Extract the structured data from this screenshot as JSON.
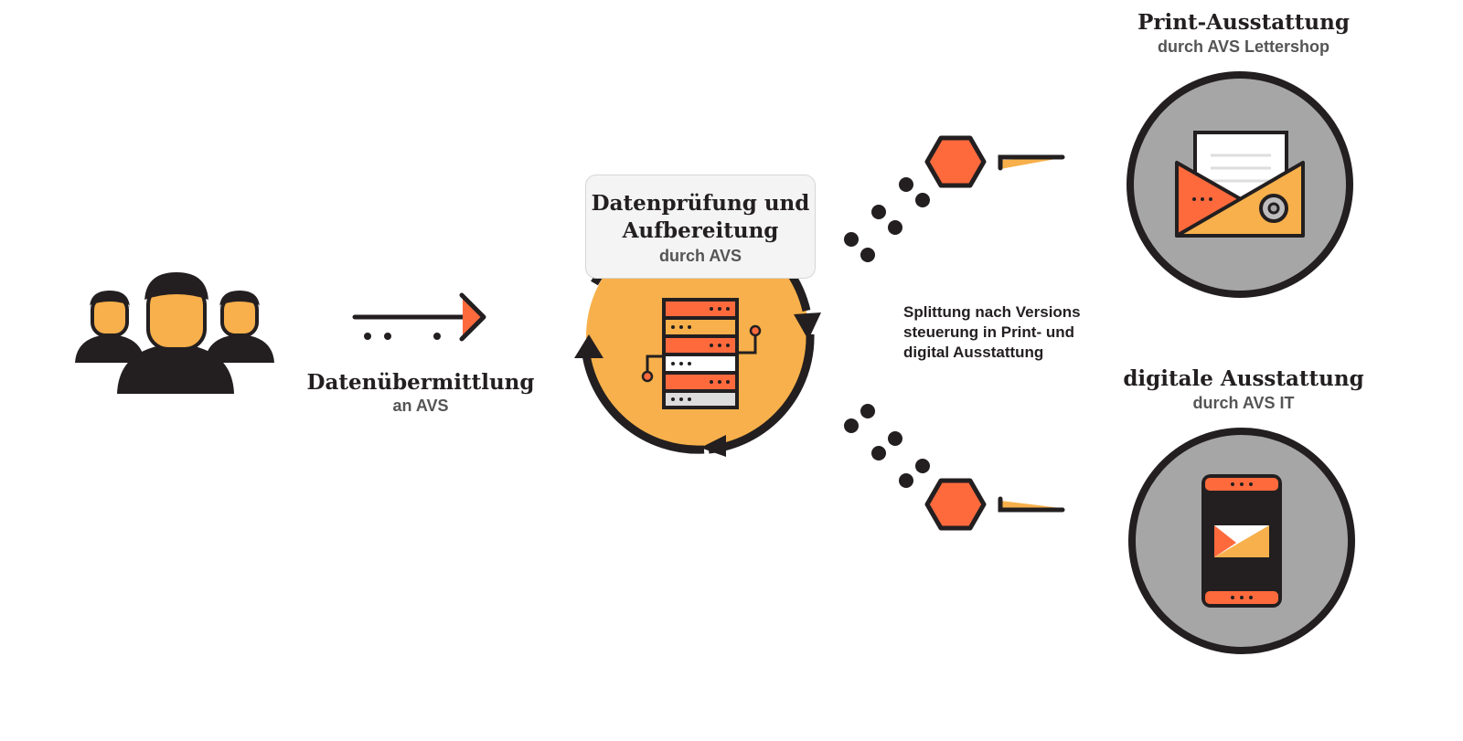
{
  "colors": {
    "dark": "#231f20",
    "orange": "#f7b04b",
    "coral": "#ff6a3d",
    "grey": "#a6a6a6",
    "light_grey": "#dddddd",
    "box_bg": "#f4f4f4"
  },
  "icons": {
    "people": "users-icon",
    "arrow": "arrow-right-icon",
    "server": "server-icon",
    "cycle": "cycle-arrows-icon",
    "envelope": "envelope-letter-icon",
    "phone": "smartphone-mail-icon",
    "hexagon": "hexagon-icon"
  },
  "transfer": {
    "title": "Datenübermittlung",
    "subtitle": "an AVS"
  },
  "processing": {
    "title_line1": "Datenprüfung und",
    "title_line2": "Aufbereitung",
    "subtitle": "durch AVS"
  },
  "splitting": {
    "line1": "Splittung nach Versions",
    "line2": "steuerung in Print- und",
    "line3": "digital Ausstattung"
  },
  "print": {
    "title": "Print-Ausstattung",
    "subtitle": "durch AVS Lettershop"
  },
  "digital": {
    "title": "digitale Ausstattung",
    "subtitle": "durch AVS IT"
  }
}
